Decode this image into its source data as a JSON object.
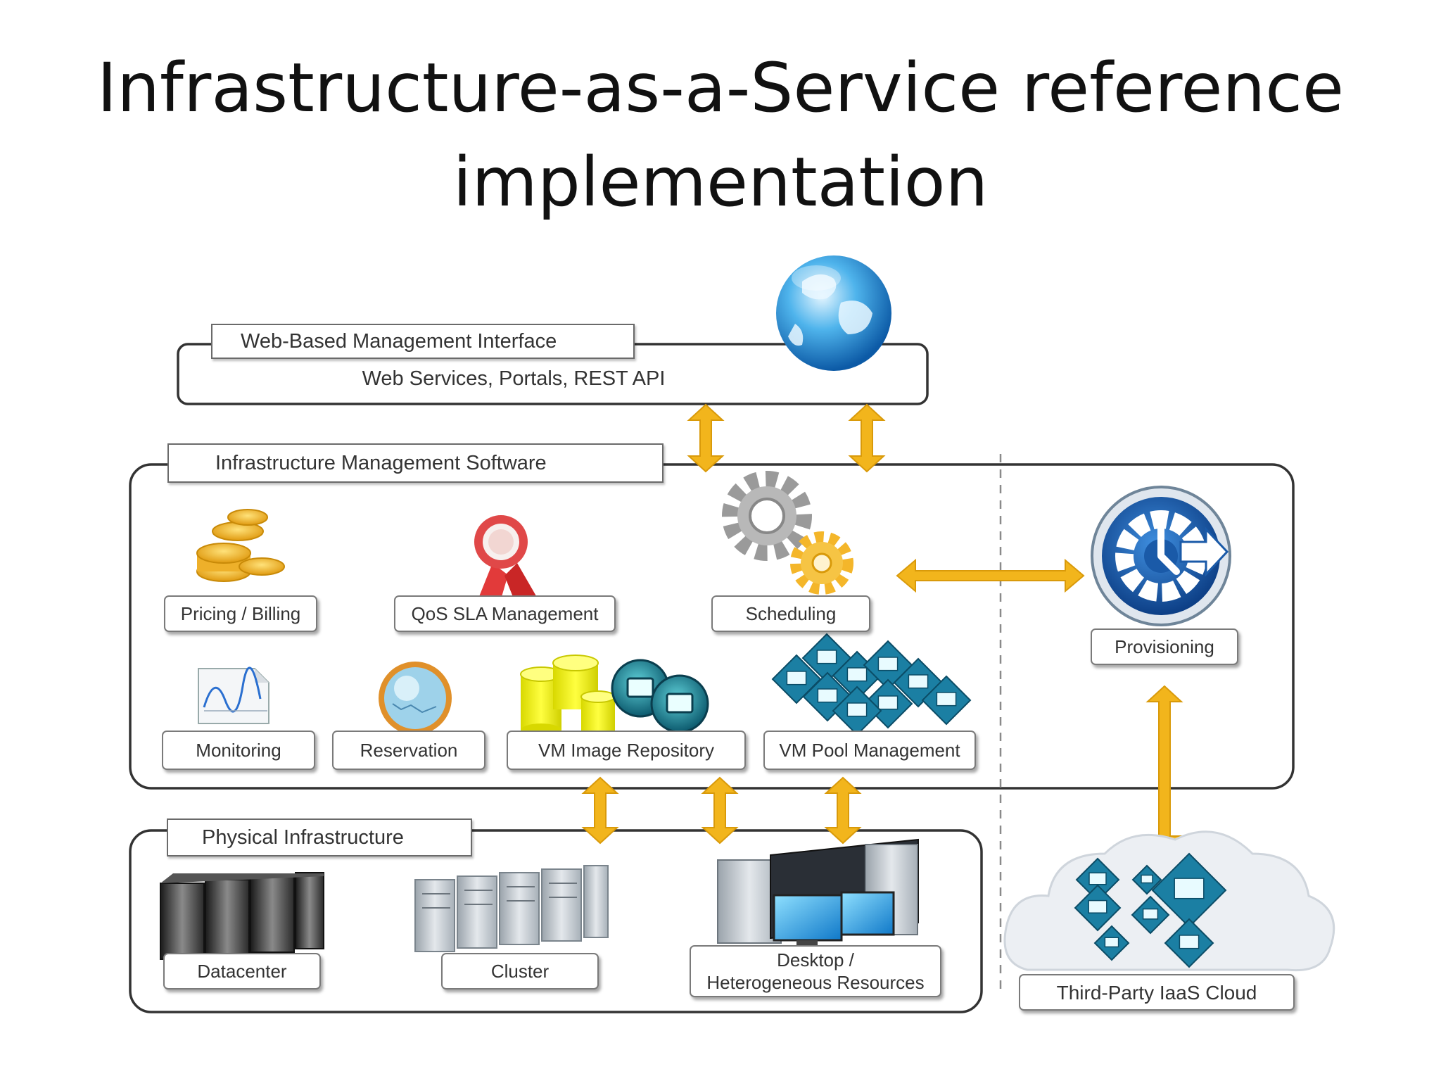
{
  "slide": {
    "title": "Infrastructure-as-a-Service reference implementation"
  },
  "web_layer": {
    "tab": "Web-Based Management Interface",
    "text": "Web Services, Portals, REST API"
  },
  "infra_layer": {
    "tab": "Infrastructure Management Software",
    "components": [
      {
        "label": "Pricing / Billing",
        "icon": "coins-icon"
      },
      {
        "label": "QoS SLA Management",
        "icon": "award-ribbon-icon"
      },
      {
        "label": "Scheduling",
        "icon": "gears-icon"
      },
      {
        "label": "Monitoring",
        "icon": "monitoring-chart-icon"
      },
      {
        "label": "Reservation",
        "icon": "reservation-orb-icon"
      },
      {
        "label": "VM Image Repository",
        "icon": "database-cylinders-icon"
      },
      {
        "label": "VM Pool Management",
        "icon": "vm-diamonds-icon"
      }
    ]
  },
  "provisioning": {
    "label": "Provisioning",
    "icon": "provisioning-icon"
  },
  "physical_layer": {
    "tab": "Physical Infrastructure",
    "components": [
      {
        "label": "Datacenter",
        "icon": "datacenter-servers-icon"
      },
      {
        "label": "Cluster",
        "icon": "cluster-servers-icon"
      },
      {
        "label": "Desktop / Heterogeneous Resources",
        "label_line1": "Desktop /",
        "label_line2": "Heterogeneous Resources",
        "icon": "desktop-resources-icon"
      }
    ]
  },
  "third_party": {
    "label": "Third-Party IaaS Cloud",
    "icon": "cloud-icon"
  },
  "colors": {
    "arrow": "#f2b51c",
    "arrow_edge": "#d99a0a",
    "frame": "#3a3a3a",
    "globe": "#2a8fd8",
    "provisioning": "#1a5aa8",
    "vm_tile": "#1b7fa3"
  }
}
